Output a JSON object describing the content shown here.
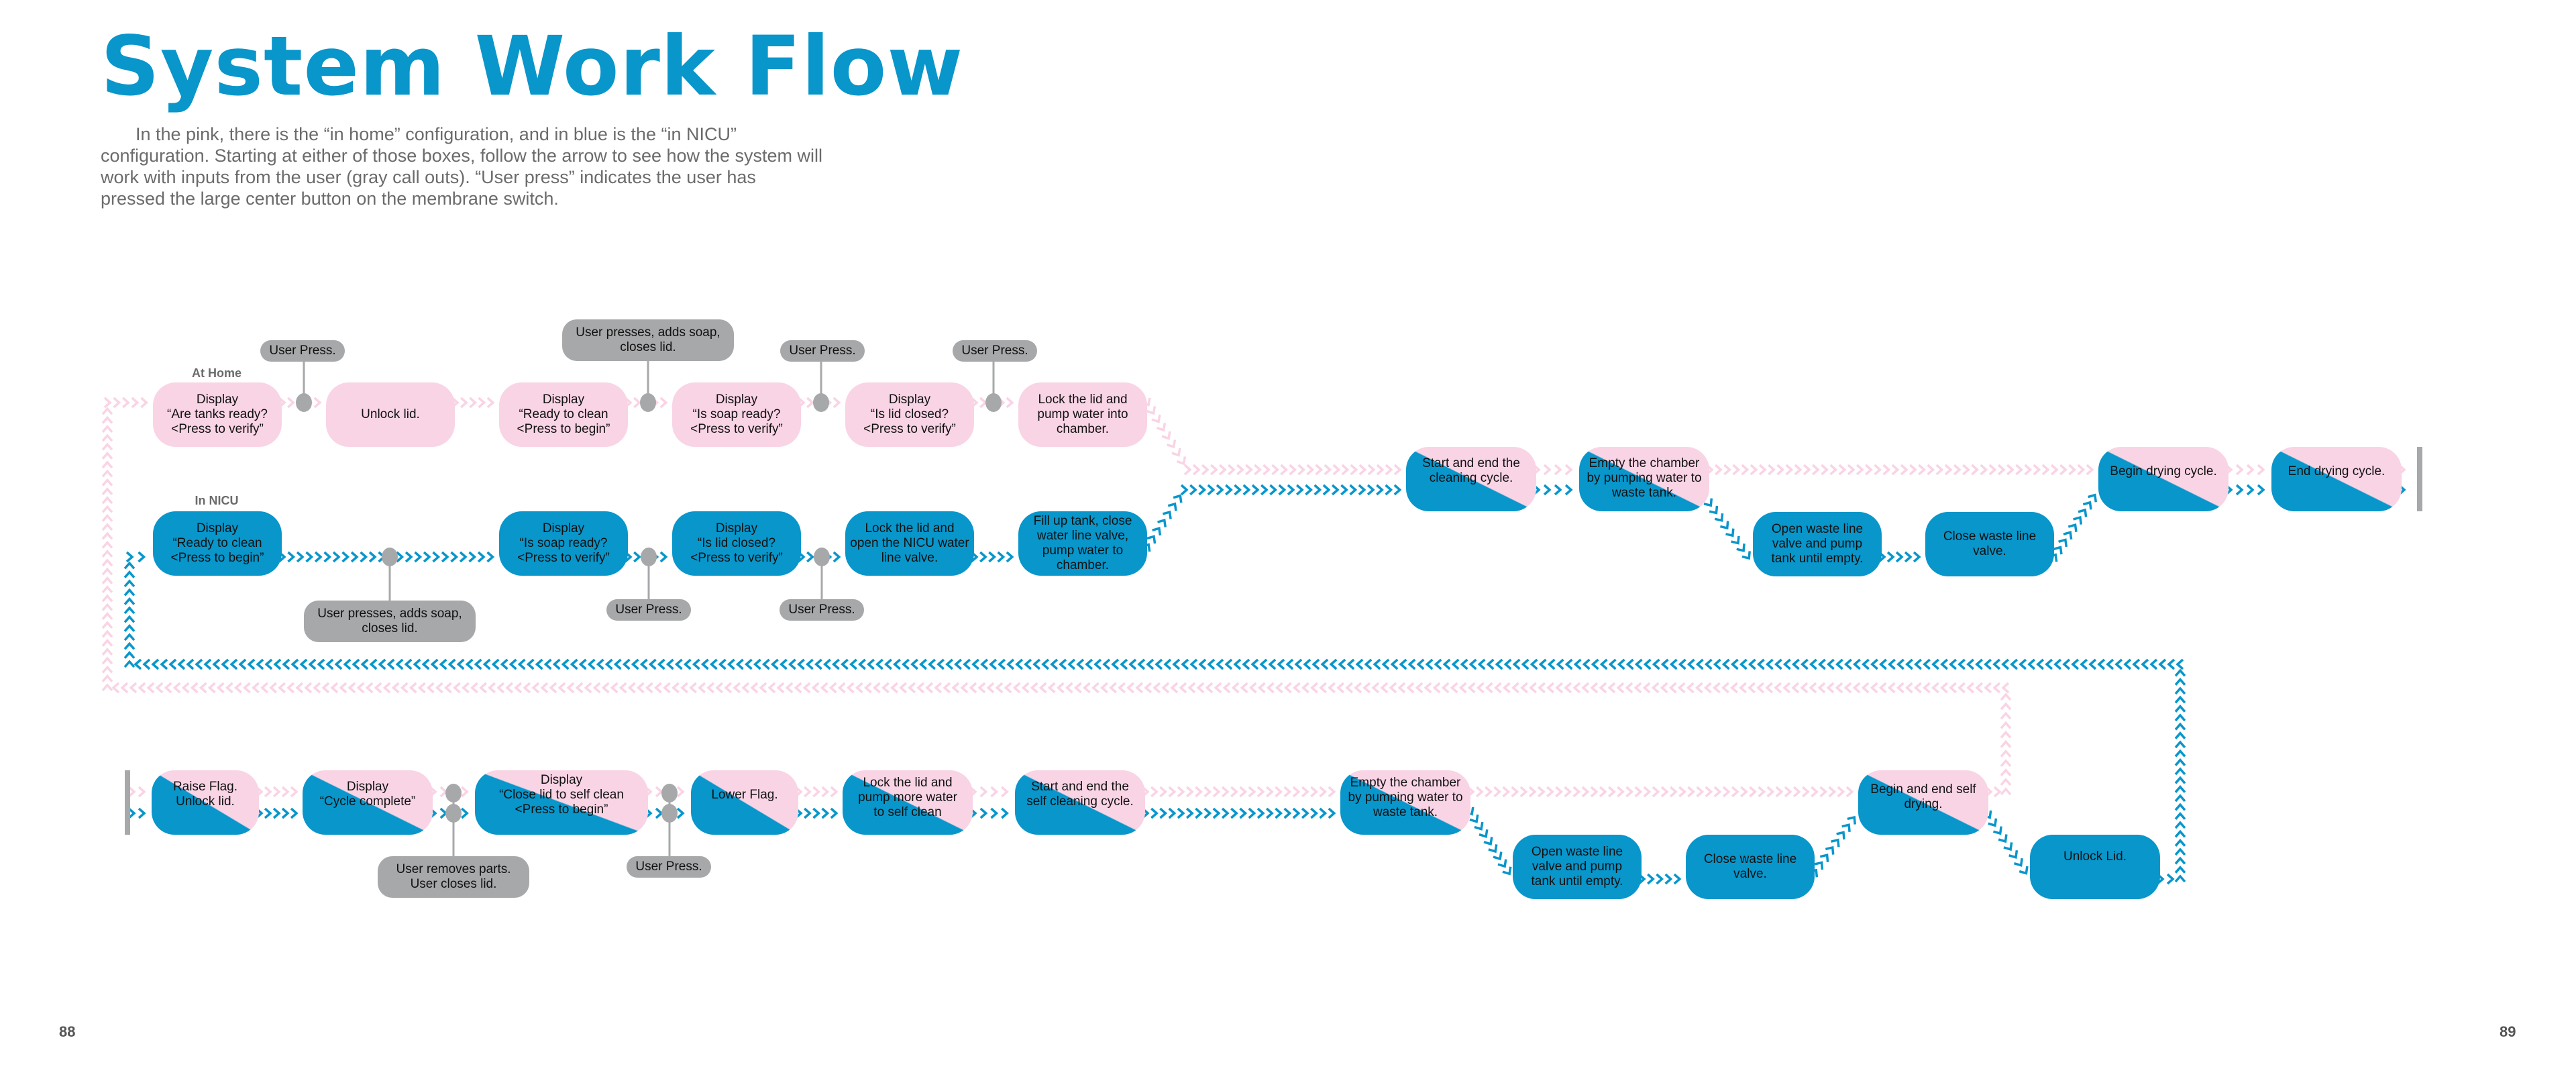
{
  "page": {
    "title": "System Work Flow",
    "intro": "In the pink, there is the “in home” configuration, and in blue is the “in NICU” configuration. Starting at either of those boxes, follow the arrow to see how the system will work with inputs from the user (gray call outs). “User press” indicates the user has pressed the large center button on the membrane switch.",
    "page_left": "88",
    "page_right": "89"
  },
  "colors": {
    "title_blue": "#0896cb",
    "home_pink": "#f9d4e5",
    "nicu_blue": "#0896cb",
    "callout_gray": "#a7a8aa",
    "body_text": "#6b6b6b"
  },
  "legend": {
    "home_label": "At Home",
    "nicu_label": "In NICU"
  },
  "home_row": [
    {
      "text": "Display\n“Are tanks ready?\n<Press to verify”"
    },
    {
      "text": "Unlock lid."
    },
    {
      "text": "Display\n“Ready to clean\n<Press to begin”"
    },
    {
      "text": "Display\n“Is soap ready?\n<Press to verify”"
    },
    {
      "text": "Display\n“Is lid closed?\n<Press to verify”"
    },
    {
      "text": "Lock the lid and\npump water into\nchamber."
    }
  ],
  "home_callouts": [
    {
      "text": "User Press."
    },
    {
      "text": "User presses, adds soap,\ncloses lid."
    },
    {
      "text": "User Press."
    },
    {
      "text": "User Press."
    }
  ],
  "nicu_row": [
    {
      "text": "Display\n“Ready to clean\n<Press to begin”"
    },
    {
      "text": "Display\n“Is soap ready?\n<Press to verify”"
    },
    {
      "text": "Display\n“Is lid closed?\n<Press to verify”"
    },
    {
      "text": "Lock the lid and\nopen the NICU water\nline valve."
    },
    {
      "text": "Fill up tank, close\nwater line valve,\npump water to\nchamber."
    }
  ],
  "nicu_callouts": [
    {
      "text": "User presses, adds soap,\ncloses lid."
    },
    {
      "text": "User Press."
    },
    {
      "text": "User Press."
    }
  ],
  "cycle_shared": [
    {
      "text": "Start and end the\ncleaning cycle."
    },
    {
      "text": "Empty the chamber\nby pumping water to\nwaste tank."
    },
    {
      "text": "Begin drying cycle."
    },
    {
      "text": "End drying cycle."
    }
  ],
  "cycle_nicu_only": [
    {
      "text": "Open waste line\nvalve and pump\ntank until empty."
    },
    {
      "text": "Close waste line\nvalve."
    }
  ],
  "self_clean_shared": [
    {
      "text": "Raise Flag.\nUnlock lid."
    },
    {
      "text": "Display\n“Cycle complete”"
    },
    {
      "text": "Display\n“Close lid to self clean\n<Press to begin”"
    },
    {
      "text": "Lower Flag."
    },
    {
      "text": "Lock the lid and\npump more water\nto self clean"
    },
    {
      "text": "Start and end the\nself cleaning cycle."
    },
    {
      "text": "Empty the chamber\nby pumping water to\nwaste tank."
    },
    {
      "text": "Begin and end self\ndrying."
    }
  ],
  "self_clean_nicu_only": [
    {
      "text": "Open waste line\nvalve and pump\ntank until empty."
    },
    {
      "text": "Close waste line\nvalve."
    },
    {
      "text": "Unlock Lid."
    }
  ],
  "self_clean_callouts": [
    {
      "text": "User removes parts.\nUser closes lid."
    },
    {
      "text": "User Press."
    }
  ]
}
